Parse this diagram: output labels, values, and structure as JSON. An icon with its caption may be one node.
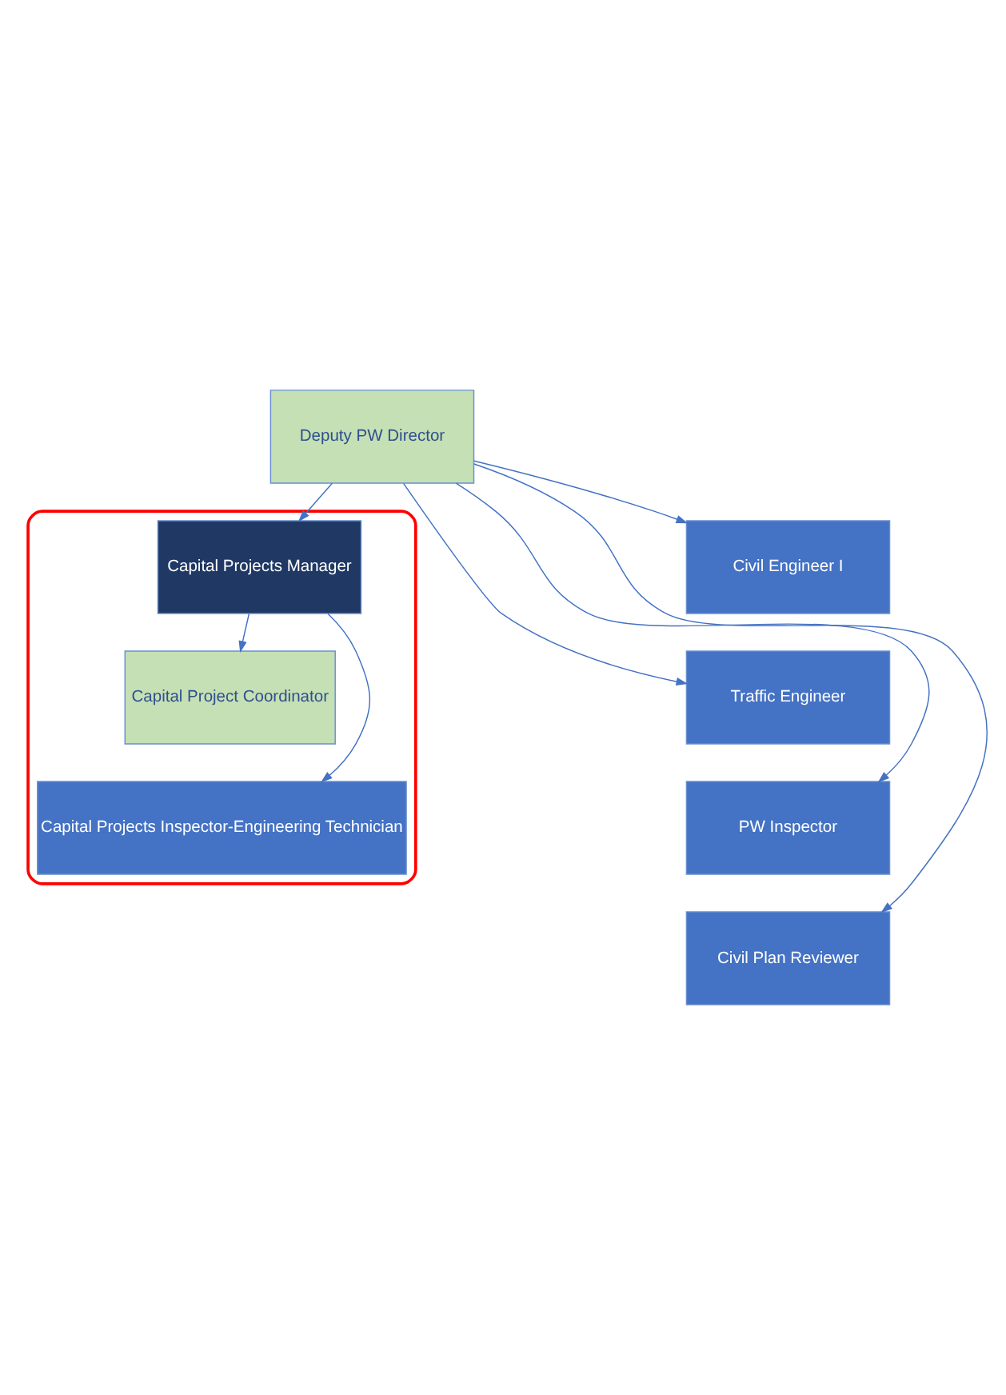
{
  "diagram": {
    "nodes": [
      {
        "text": [
          "Deputy PW Director"
        ]
      },
      {
        "text": [
          "Civil Engineer I"
        ]
      },
      {
        "text": [
          "Traffic Engineer"
        ]
      },
      {
        "text": [
          "PW Inspector"
        ]
      },
      {
        "text": [
          "Civil Plan Reviewer"
        ]
      },
      {
        "text": [],
        "shape": "box"
      },
      {
        "text": [
          "Capital Projects Manager"
        ],
        "in": 5
      },
      {
        "text": [
          "Capital Project Coordinator"
        ],
        "in": 5
      },
      {
        "text": [
          "Capital Projects Inspector-Engineering Technician"
        ],
        "in": 5
      }
    ],
    "edges": [
      {
        "from": 0,
        "to": 1,
        "arrow": "to"
      },
      {
        "from": 0,
        "to": 6,
        "arrow": "to"
      },
      {
        "from": 0,
        "to": 2,
        "arrow": "to"
      },
      {
        "from": 0,
        "to": 3,
        "arrow": "to"
      },
      {
        "from": 0,
        "to": 4,
        "arrow": "to"
      },
      {
        "from": 6,
        "to": 7,
        "arrow": "to"
      },
      {
        "from": 6,
        "to": 8,
        "arrow": "to"
      }
    ]
  }
}
